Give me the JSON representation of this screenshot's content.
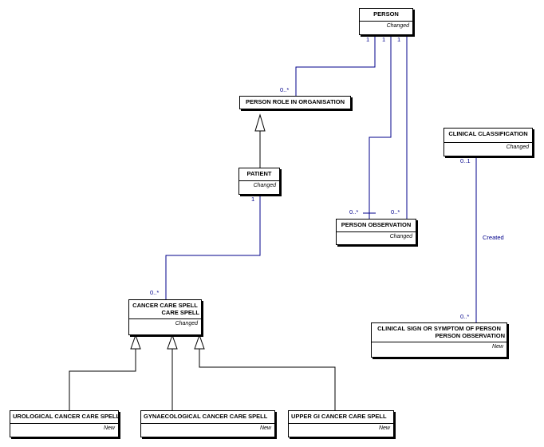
{
  "diagram": {
    "colors": {
      "line": "#00008b",
      "generalization": "#000000",
      "box_border": "#000000"
    },
    "entities": {
      "person": {
        "name": "PERSON",
        "status": "Changed"
      },
      "person_role": {
        "name": "PERSON ROLE IN ORGANISATION"
      },
      "patient": {
        "name": "PATIENT",
        "status": "Changed"
      },
      "person_observation": {
        "name": "PERSON OBSERVATION",
        "status": "Changed"
      },
      "clinical_classification": {
        "name": "CLINICAL CLASSIFICATION",
        "status": "Changed"
      },
      "cancer_care_spell": {
        "name": "CANCER CARE SPELL",
        "subname": "CARE SPELL",
        "status": "Changed"
      },
      "clinical_sign": {
        "name": "CLINICAL SIGN OR SYMPTOM OF PERSON",
        "subname": "PERSON OBSERVATION",
        "status": "New"
      },
      "urological": {
        "name": "UROLOGICAL CANCER CARE SPELL",
        "status": "New"
      },
      "gynaecological": {
        "name": "GYNAECOLOGICAL CANCER CARE SPELL",
        "status": "New"
      },
      "upper_gi": {
        "name": "UPPER GI CANCER CARE SPELL",
        "status": "New"
      }
    },
    "multiplicities": {
      "person_1a": "1",
      "person_1b": "1",
      "person_1c": "1",
      "role_many": "0..*",
      "patient_1": "1",
      "spell_many": "0..*",
      "obs_many_a": "0..*",
      "obs_many_b": "0..*",
      "classification_opt": "0..1",
      "sign_many": "0..*"
    },
    "associations": {
      "created": "Created"
    }
  }
}
